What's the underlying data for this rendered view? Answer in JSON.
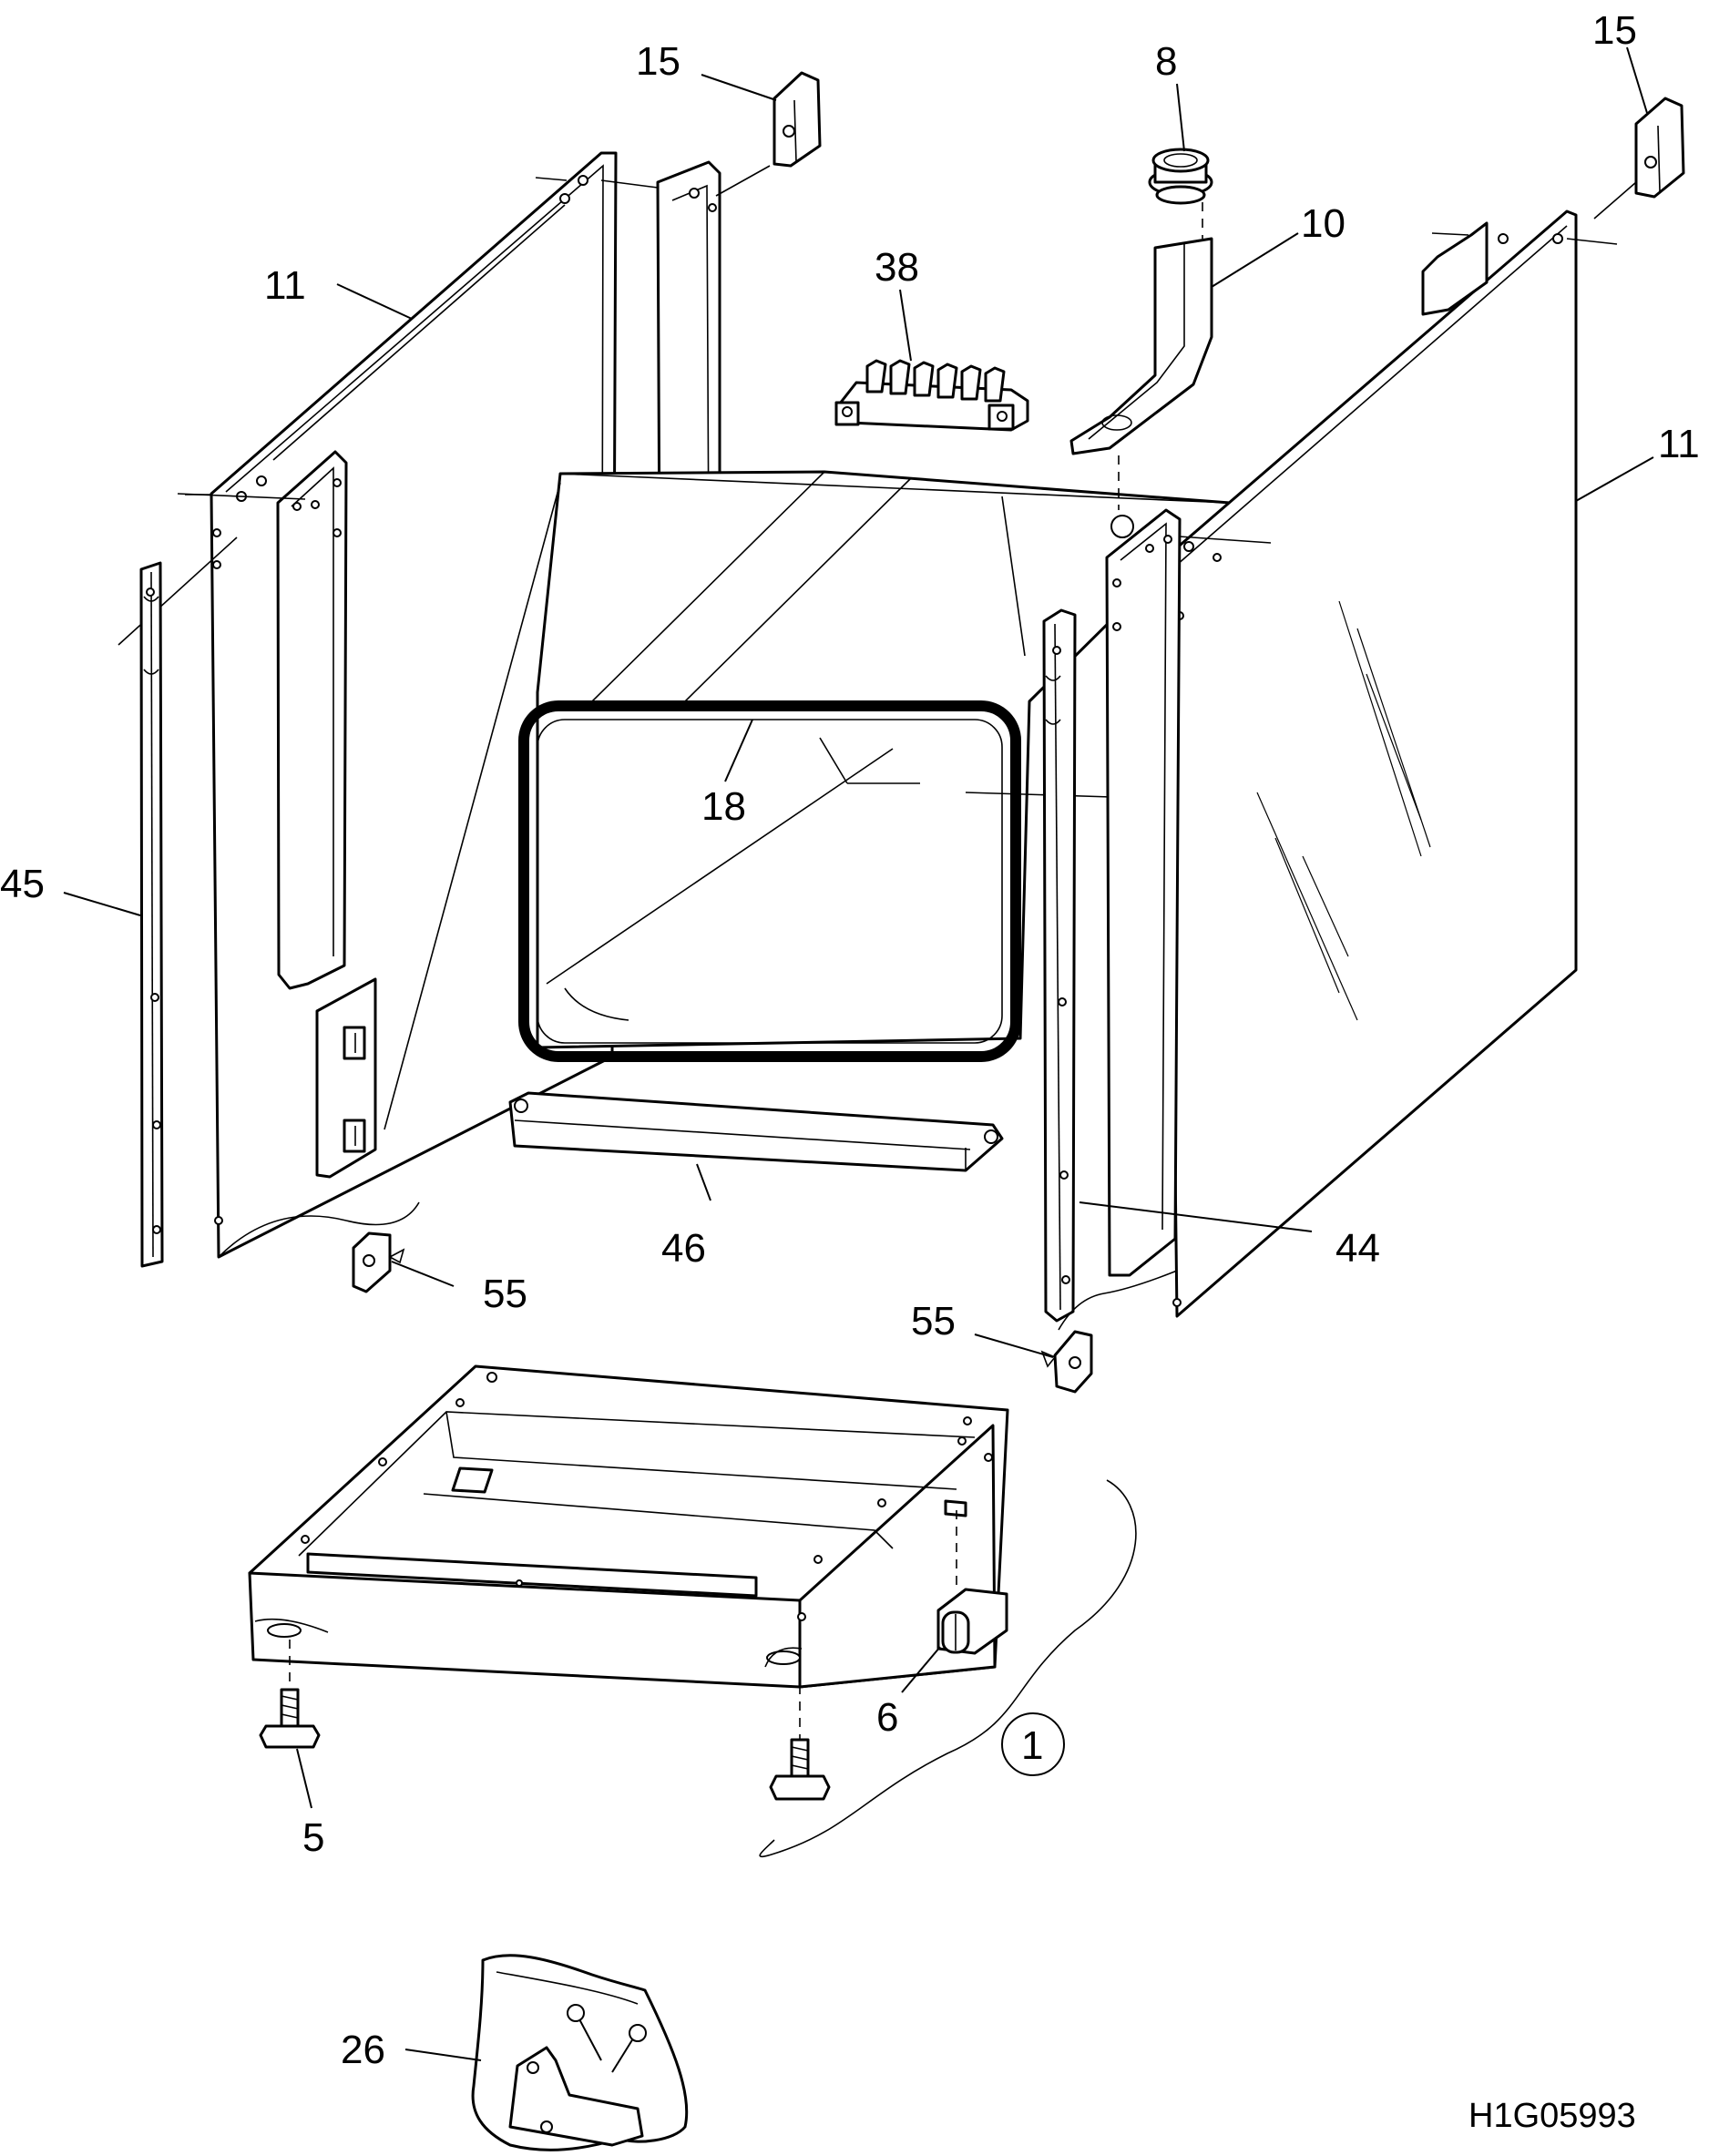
{
  "labels": {
    "l15a": "15",
    "l15b": "15",
    "l8": "8",
    "l10": "10",
    "l38": "38",
    "l11a": "11",
    "l11b": "11",
    "l18": "18",
    "l45": "45",
    "l46": "46",
    "l44": "44",
    "l55a": "55",
    "l55b": "55",
    "l6": "6",
    "l1": "1",
    "l5": "5",
    "l26": "26"
  },
  "drawing_code": "H1G05993"
}
